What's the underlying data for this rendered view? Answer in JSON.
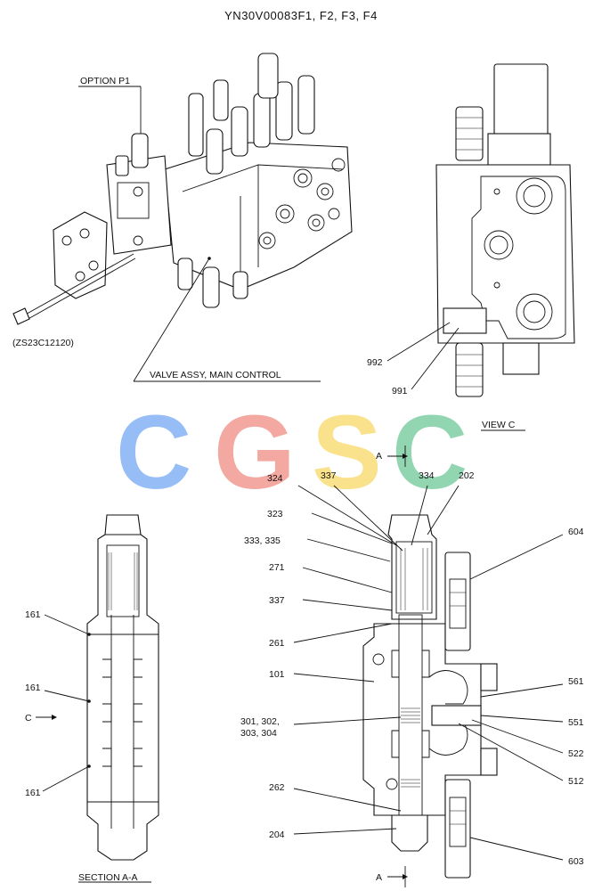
{
  "title": "YN30V00083F1, F2, F3, F4",
  "labels": {
    "option_p1": "OPTION P1",
    "zs_part": "(ZS23C12120)",
    "valve_assy": "VALVE ASSY, MAIN CONTROL",
    "view_c": "VIEW C",
    "section_aa": "SECTION A-A",
    "a_top": "A",
    "a_bottom": "A",
    "c_arrow": "C"
  },
  "watermark": {
    "letters": [
      "C",
      "G",
      "S",
      "C"
    ],
    "colors": [
      "#7aaaf5",
      "#f08f86",
      "#f9d96a",
      "#72c99b"
    ]
  },
  "view_c_callouts": [
    "992",
    "991"
  ],
  "section_callouts": [
    "161",
    "161",
    "161"
  ],
  "main_callouts_left": [
    "324",
    "337",
    "334",
    "202",
    "323",
    "333, 335",
    "271",
    "337",
    "261",
    "101",
    "301, 302,",
    "303, 304",
    "262",
    "204"
  ],
  "main_callouts_right": [
    "604",
    "561",
    "551",
    "522",
    "512",
    "603"
  ]
}
